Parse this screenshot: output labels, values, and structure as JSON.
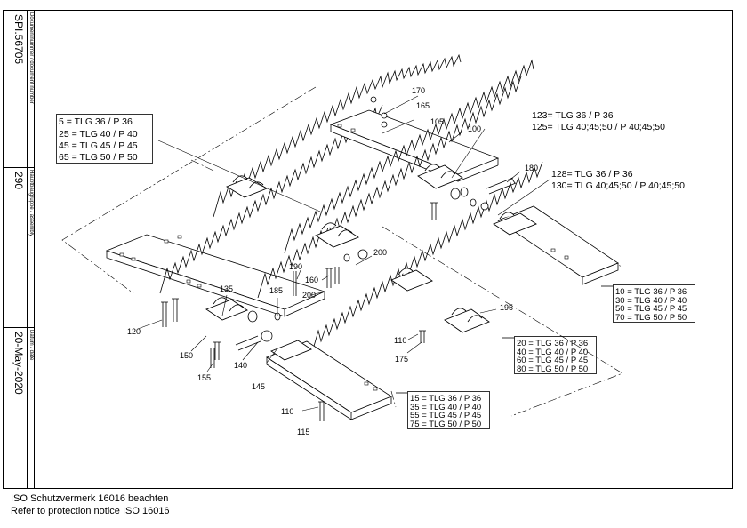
{
  "title_block": {
    "doc_number_label": "Dokumentnummer / document number",
    "doc_number": "SPI.56705",
    "assembly_label": "Hauptbaugruppe / assembly",
    "assembly": "290",
    "date_label": "Datum / date",
    "date": "20-May-2020"
  },
  "callouts": {
    "c5": "5 = TLG 36 / P 36",
    "c25": "25 = TLG 40 / P 40",
    "c45": "45 = TLG 45 / P 45",
    "c65": "65 = TLG 50 / P 50",
    "c123": "123= TLG 36 / P 36",
    "c125": "125= TLG 40;45;50 / P 40;45;50",
    "c128": "128= TLG 36 / P 36",
    "c130": "130= TLG 40;45;50 / P 40;45;50",
    "c10": "10 = TLG 36 / P 36",
    "c30": "30 = TLG 40 / P 40",
    "c50": "50 = TLG 45 / P 45",
    "c70": "70 = TLG 50 / P 50",
    "c20": "20 = TLG 36 / P 36",
    "c40": "40 = TLG 40 / P 40",
    "c60": "60 = TLG 45 / P 45",
    "c80": "80 = TLG 50 / P 50",
    "c15": "15 = TLG 36 / P 36",
    "c35": "35 = TLG 40 / P 40",
    "c55": "55 = TLG 45 / P 45",
    "c75": "75 = TLG 50 / P 50"
  },
  "part_numbers": {
    "p100": "100",
    "p105": "105",
    "p110a": "110",
    "p110b": "110",
    "p115": "115",
    "p120": "120",
    "p135": "135",
    "p140": "140",
    "p145": "145",
    "p150": "150",
    "p155": "155",
    "p160": "160",
    "p165": "165",
    "p170": "170",
    "p175": "175",
    "p180": "180",
    "p185": "185",
    "p190": "190",
    "p195": "195",
    "p200a": "200",
    "p200b": "200"
  },
  "footer": {
    "notice_de": "ISO Schutzvermerk 16016 beachten",
    "notice_en": "Refer to protection notice ISO 16016"
  }
}
